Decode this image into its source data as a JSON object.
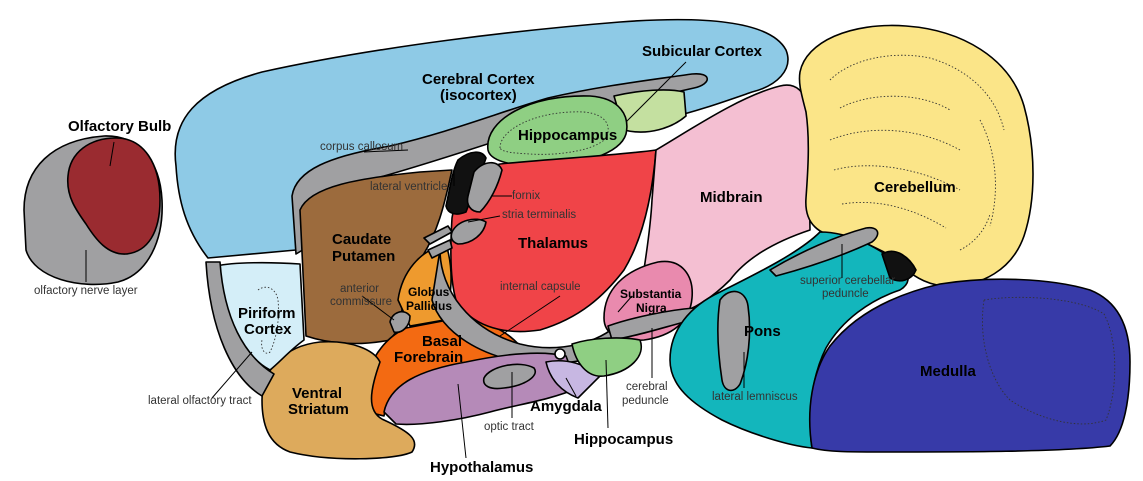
{
  "colors": {
    "olfactory_bulb": "#9a2b30",
    "white_matter": "#a0a0a2",
    "cortex": "#8ecae6",
    "subicular": "#c4e0a0",
    "hippocampus": "#8fcf83",
    "caudate": "#9c6b3d",
    "globus": "#ee9a2e",
    "basal_forebrain": "#f36a12",
    "ventral_striatum": "#ddaa5c",
    "piriform": "#d4eef8",
    "thalamus": "#f04448",
    "midbrain": "#f4bfd2",
    "substantia_nigra": "#e98aae",
    "hypothalamus": "#b58ab8",
    "amygdala": "#c7b7e2",
    "cerebellum": "#fbe588",
    "pons": "#13b6bc",
    "medulla": "#373aa8",
    "ventricle": "#111111"
  },
  "labels": {
    "olfactory_bulb": "Olfactory Bulb",
    "olfactory_nerve_layer": "olfactory nerve layer",
    "cerebral_cortex": "Cerebral Cortex",
    "isocortex": "(isocortex)",
    "subicular_cortex": "Subicular Cortex",
    "corpus_callosum": "corpus callosum",
    "hippocampus_upper": "Hippocampus",
    "lateral_ventricle": "lateral ventricle",
    "fornix": "fornix",
    "stria_terminalis": "stria terminalis",
    "caudate": "Caudate",
    "putamen": "Putamen",
    "thalamus": "Thalamus",
    "midbrain": "Midbrain",
    "cerebellum": "Cerebellum",
    "anterior": "anterior",
    "commissure": "commissure",
    "globus": "Globus",
    "pallidus": "Pallidus",
    "internal_capsule": "internal capsule",
    "substantia": "Substantia",
    "nigra": "Nigra",
    "superior_cerebellar": "superior cerebellar",
    "peduncle_upper": "peduncle",
    "piriform": "Piriform",
    "cortex_word": "Cortex",
    "basal": "Basal",
    "forebrain": "Forebrain",
    "pons": "Pons",
    "medulla": "Medulla",
    "cerebral": "cerebral",
    "peduncle_lower": "peduncle",
    "lateral_lemniscus": "lateral lemniscus",
    "lateral_olfactory_tract": "lateral olfactory tract",
    "ventral": "Ventral",
    "striatum": "Striatum",
    "amygdala": "Amygdala",
    "optic_tract": "optic tract",
    "hippocampus_lower": "Hippocampus",
    "hypothalamus": "Hypothalamus"
  }
}
